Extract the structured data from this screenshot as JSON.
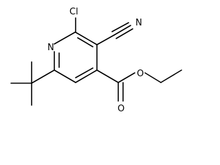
{
  "molecule": {
    "atom_labels": {
      "ring_nitrogen": "N",
      "chlorine": "Cl",
      "nitrile_nitrogen": "N",
      "carbonyl_oxygen": "O",
      "ester_oxygen": "O"
    }
  }
}
